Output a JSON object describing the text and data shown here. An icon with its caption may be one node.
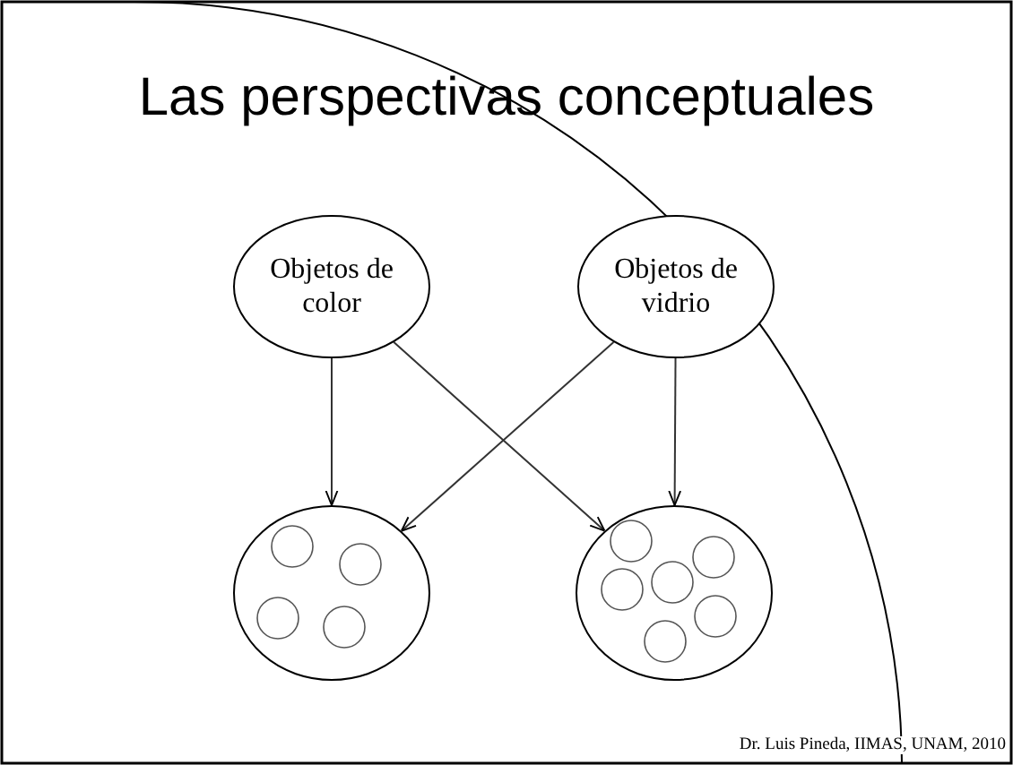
{
  "diagram": {
    "title": "Las perspectivas conceptuales",
    "nodes": [
      {
        "text": [
          "Objetos de color"
        ]
      },
      {
        "text": [
          "Objetos de vidrio"
        ]
      },
      {
        "text": [],
        "shape": "circle"
      },
      {
        "text": [],
        "shape": "circle"
      }
    ],
    "edges": [
      {
        "from": 0,
        "to": 2,
        "arrow": "to"
      },
      {
        "from": 0,
        "to": 3,
        "arrow": "to"
      },
      {
        "from": 1,
        "to": 2,
        "arrow": "to"
      },
      {
        "from": 1,
        "to": 3,
        "arrow": "to"
      }
    ],
    "labels": [
      "Dr. Luis Pineda, IIMAS, UNAM, 2010"
    ]
  }
}
